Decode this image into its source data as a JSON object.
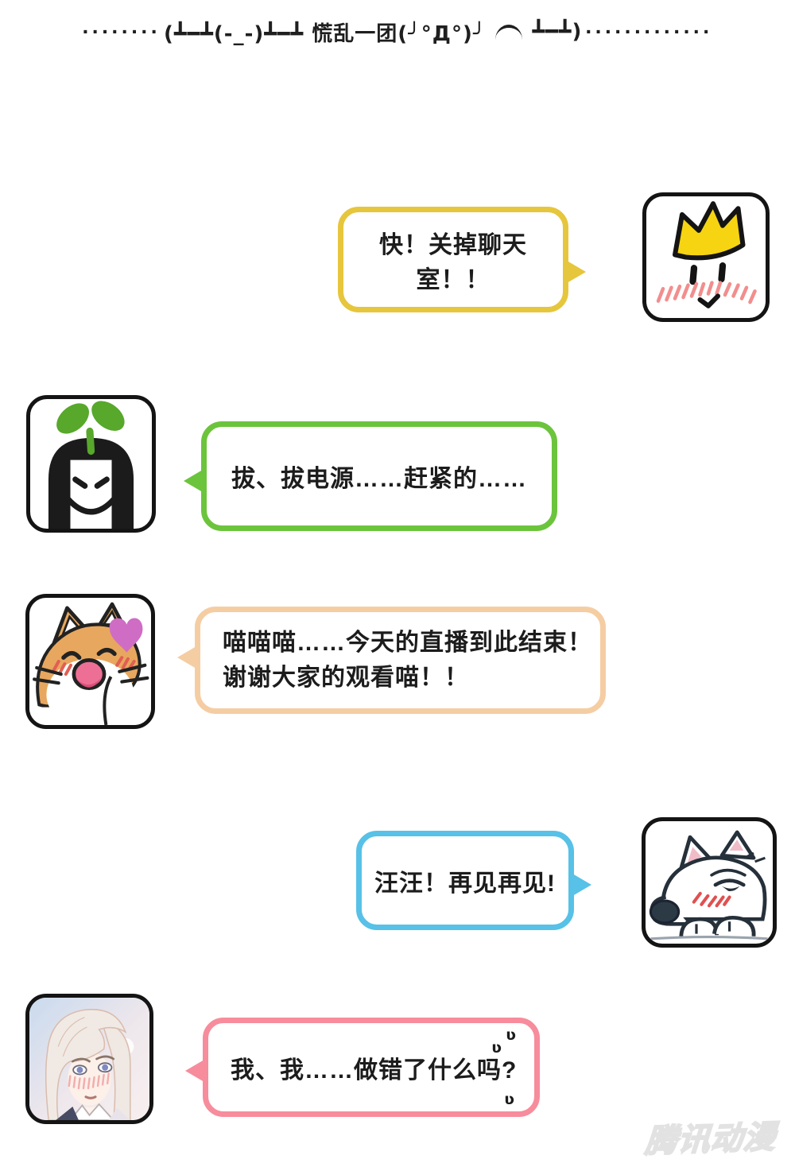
{
  "header": {
    "dots_left": "········",
    "kaomoji_left": "(┻━┻(-_-)┻━┻ 慌乱一团(╯°Д°)╯",
    "arc": "︵",
    "kaomoji_right": "┻━┻)",
    "dots_right": "·············"
  },
  "messages": [
    {
      "speaker_avatar": "crown-face",
      "side": "right",
      "border_color": "#e6c63c",
      "text": "快！关掉聊天室！！"
    },
    {
      "speaker_avatar": "sprout-girl",
      "side": "left",
      "border_color": "#6cc43d",
      "text": "拔、拔电源……赶紧的……"
    },
    {
      "speaker_avatar": "happy-cat",
      "side": "left",
      "border_color": "#f5cda3",
      "lines": [
        "喵喵喵……今天的直播到此结束！",
        "谢谢大家的观看喵！！"
      ]
    },
    {
      "speaker_avatar": "sleepy-dog",
      "side": "right",
      "border_color": "#57c1e7",
      "text": "汪汪！再见再见!"
    },
    {
      "speaker_avatar": "blushing-man",
      "side": "left",
      "border_color": "#f78c9c",
      "text": "我、我……做错了什么吗?",
      "sweat_mark": "ʋ"
    }
  ],
  "watermark": "腾讯动漫"
}
